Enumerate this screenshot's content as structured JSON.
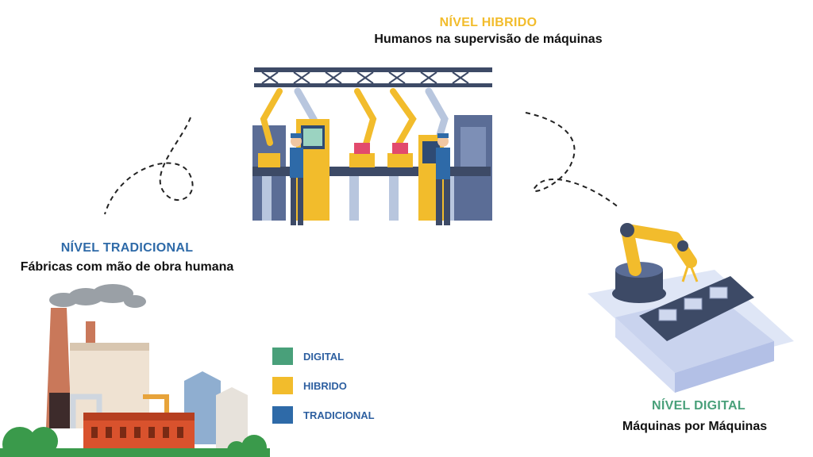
{
  "levels": {
    "hybrid": {
      "title": "NÍVEL HIBRIDO",
      "subtitle": "Humanos na supervisão de máquinas",
      "color": "#f2bc2c"
    },
    "traditional": {
      "title": "NÍVEL TRADICIONAL",
      "subtitle": "Fábricas com mão de obra humana",
      "color": "#2e6aa8"
    },
    "digital": {
      "title": "NÍVEL DIGITAL",
      "subtitle": "Máquinas por Máquinas",
      "color": "#49a07a"
    }
  },
  "legend": [
    {
      "label": "DIGITAL",
      "color": "#49a07a"
    },
    {
      "label": "HIBRIDO",
      "color": "#f2bc2c"
    },
    {
      "label": "TRADICIONAL",
      "color": "#2e6aa8"
    }
  ],
  "illustrations": {
    "hybrid": "assembly-line-with-robot-arms-and-workers",
    "traditional": "smokestack-factory",
    "digital": "robot-arm-on-platform"
  }
}
